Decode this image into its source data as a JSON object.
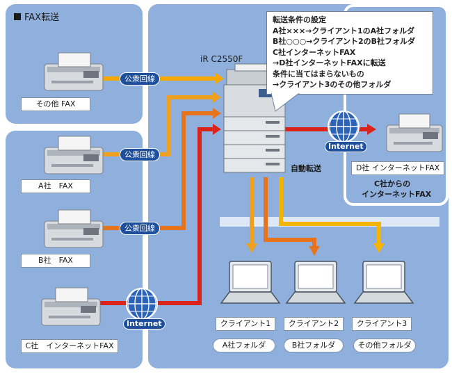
{
  "title": "FAX転送",
  "public_line_label": "公衆回線",
  "internet_label": "Internet",
  "device_name": "iR C2550F",
  "auto_transfer": "自動転送",
  "conditions": {
    "heading": "転送条件の設定",
    "lines": [
      "A社×××→クライアント1のA社フォルダ",
      "B社○○○→クライアント2のB社フォルダ",
      "C社インターネットFAX",
      "→D社インターネットFAXに転送",
      "条件に当てはまらないもの",
      "→クライアント3のその他フォルダ"
    ]
  },
  "senders": {
    "other": "その他 FAX",
    "a": "A社　FAX",
    "b": "B社　FAX",
    "c": "C社　インターネットFAX"
  },
  "receiver_d": {
    "label": "D社 インターネットFAX",
    "caption_line1": "C社からの",
    "caption_line2": "インターネットFAX"
  },
  "clients": [
    {
      "name": "クライアント1",
      "folder": "A社フォルダ"
    },
    {
      "name": "クライアント2",
      "folder": "B社フォルダ"
    },
    {
      "name": "クライアント3",
      "folder": "その他フォルダ"
    }
  ],
  "colors": {
    "panel": "#8fb0dd",
    "line_yellow": "#f5a800",
    "line_orange": "#e8731d",
    "line_red": "#d9231b",
    "badge": "#1d4f9c"
  }
}
